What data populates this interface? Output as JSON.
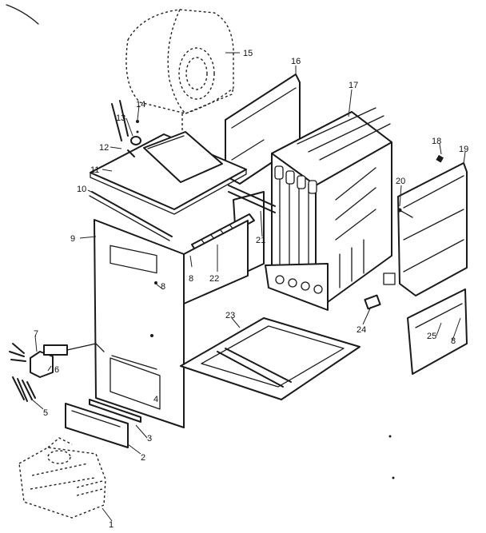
{
  "diagram": {
    "callouts": [
      {
        "id": "p1",
        "text": "1"
      },
      {
        "id": "p2",
        "text": "2"
      },
      {
        "id": "p3",
        "text": "3"
      },
      {
        "id": "p4",
        "text": "4"
      },
      {
        "id": "p5",
        "text": "5"
      },
      {
        "id": "p6",
        "text": "6"
      },
      {
        "id": "p7",
        "text": "7"
      },
      {
        "id": "p8a",
        "text": "8"
      },
      {
        "id": "p8b",
        "text": "8"
      },
      {
        "id": "p8c",
        "text": "8"
      },
      {
        "id": "p9",
        "text": "9"
      },
      {
        "id": "p10",
        "text": "10"
      },
      {
        "id": "p11",
        "text": "11"
      },
      {
        "id": "p12",
        "text": "12"
      },
      {
        "id": "p13",
        "text": "13"
      },
      {
        "id": "p14",
        "text": "14"
      },
      {
        "id": "p15",
        "text": "15"
      },
      {
        "id": "p16",
        "text": "16"
      },
      {
        "id": "p17",
        "text": "17"
      },
      {
        "id": "p18",
        "text": "18"
      },
      {
        "id": "p19",
        "text": "19"
      },
      {
        "id": "p20",
        "text": "20"
      },
      {
        "id": "p21",
        "text": "21"
      },
      {
        "id": "p22",
        "text": "22"
      },
      {
        "id": "p23",
        "text": "23"
      },
      {
        "id": "p24",
        "text": "24"
      },
      {
        "id": "p25",
        "text": "25"
      }
    ]
  }
}
